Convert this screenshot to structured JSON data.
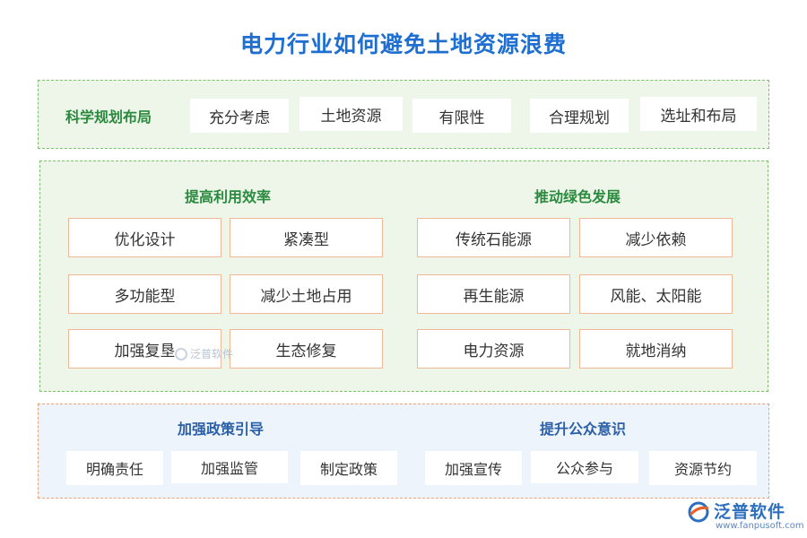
{
  "title": "电力行业如何避免土地资源浪费",
  "section1": {
    "label": "科学规划布局",
    "items": [
      "充分考虑",
      "土地资源",
      "有限性",
      "合理规划",
      "选址和布局"
    ]
  },
  "section2": {
    "left": {
      "label": "提高利用效率",
      "items": [
        "优化设计",
        "紧凑型",
        "多功能型",
        "减少土地占用",
        "加强复垦",
        "生态修复"
      ]
    },
    "right": {
      "label": "推动绿色发展",
      "items": [
        "传统石能源",
        "减少依赖",
        "再生能源",
        "风能、太阳能",
        "电力资源",
        "就地消纳"
      ]
    }
  },
  "section3": {
    "left": {
      "label": "加强政策引导",
      "items": [
        "明确责任",
        "加强监管",
        "制定政策"
      ]
    },
    "right": {
      "label": "提升公众意识",
      "items": [
        "加强宣传",
        "公众参与",
        "资源节约"
      ]
    }
  },
  "watermark": {
    "text": "泛普软件"
  },
  "brand": {
    "name": "泛普软件",
    "url": "www.fanpusoft.com"
  },
  "colors": {
    "title": "#1f6fd1",
    "green_label": "#2a8a3e",
    "blue_label": "#2b5fa8",
    "box_border": "#f0b896"
  }
}
